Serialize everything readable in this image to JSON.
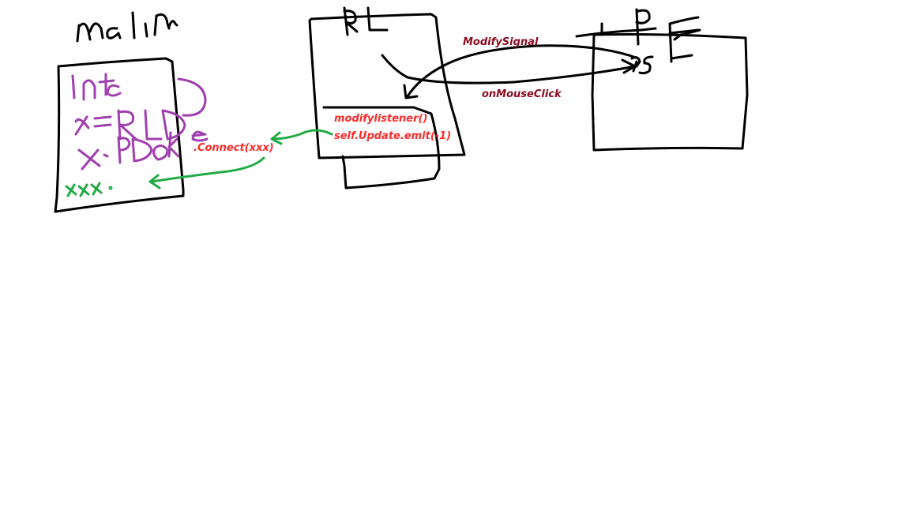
{
  "labels": {
    "modify_signal": "ModifySignal",
    "on_mouse_click": "onMouseClick",
    "modify_listener": "modifylistener()",
    "self_update_emit": "self.Update.emit(-1)",
    "connect": ".Connect(xxx)"
  },
  "handwriting": {
    "main_title": "Main",
    "rl_title": "RL",
    "pe_title": "PE",
    "main_line1": "init",
    "main_line2": "x=RL()",
    "main_line3": "x.Update",
    "main_line4": "xxx",
    "ps_mark": "PS"
  },
  "colors": {
    "ink": "#000000",
    "code_label": "#ff2a2a",
    "signal_label": "#8b0a1e",
    "purple_ink": "#a040b0",
    "green_ink": "#22aa44"
  }
}
